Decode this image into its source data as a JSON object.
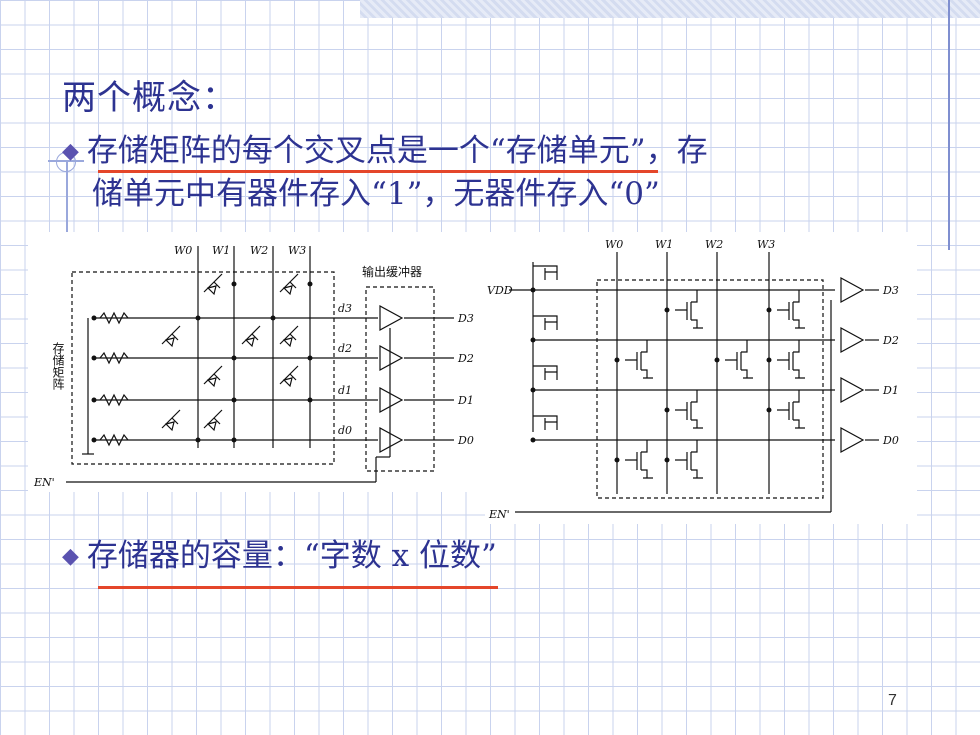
{
  "slide": {
    "title": "两个概念：",
    "bullet1_line1": "存储矩阵的每个交叉点是一个“存储单元”，存",
    "bullet1_line2": "储单元中有器件存入“1”，无器件存入“0”",
    "bullet2": "存储器的容量：“字数 x 位数”",
    "page_number": "7"
  },
  "diagram_left": {
    "word_lines": [
      "W0",
      "W1",
      "W2",
      "W3"
    ],
    "data_lines": [
      "d3",
      "d2",
      "d1",
      "d0"
    ],
    "outputs": [
      "D3",
      "D2",
      "D1",
      "D0"
    ],
    "buffer_label": "输出缓冲器",
    "matrix_label": "存储矩阵",
    "enable": "EN'"
  },
  "diagram_right": {
    "word_lines": [
      "W0",
      "W1",
      "W2",
      "W3"
    ],
    "outputs": [
      "D3",
      "D2",
      "D1",
      "D0"
    ],
    "supply": "VDD",
    "enable": "EN'"
  }
}
